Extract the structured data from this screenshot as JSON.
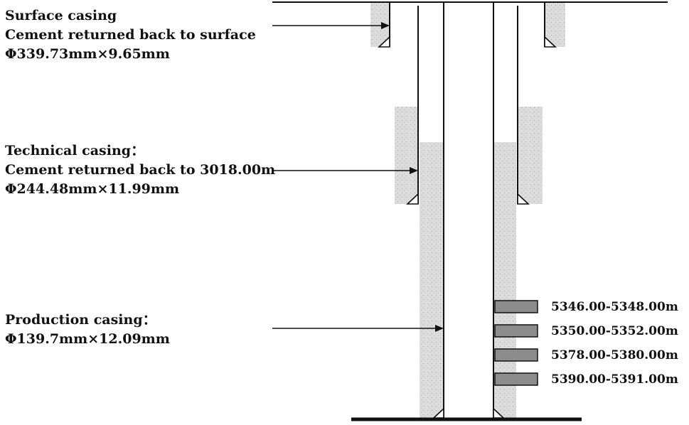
{
  "colors": {
    "line": "#111111",
    "cement": "#dcdcdc",
    "perforation_fill": "#8c8c8c"
  },
  "casings": {
    "surface": {
      "title": "Surface casing",
      "cement": "Cement returned back to surface",
      "spec": "Φ339.73mm×9.65mm"
    },
    "technical": {
      "title": "Technical casing：",
      "cement": "Cement returned back to 3018.00m",
      "spec": "Φ244.48mm×11.99mm"
    },
    "production": {
      "title": "Production casing：",
      "spec": "Φ139.7mm×12.09mm"
    }
  },
  "perforations": [
    {
      "interval": "5346.00-5348.00m"
    },
    {
      "interval": "5350.00-5352.00m"
    },
    {
      "interval": "5378.00-5380.00m"
    },
    {
      "interval": "5390.00-5391.00m"
    }
  ]
}
